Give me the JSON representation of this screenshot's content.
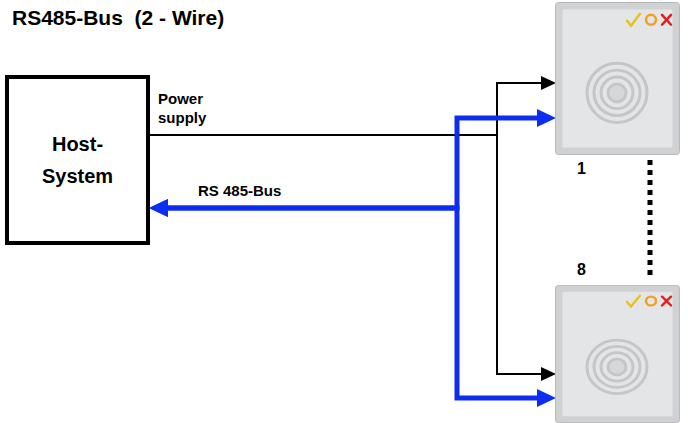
{
  "diagram": {
    "title": "RS485-Bus  (2 - Wire)",
    "nodes": [
      {
        "text": [
          "Host- System"
        ]
      },
      {
        "text": [
          "1"
        ]
      },
      {
        "text": [
          "8"
        ]
      }
    ],
    "edges": [
      {
        "from": 0,
        "to": 1,
        "arrow": "to",
        "label": "Power supply"
      },
      {
        "from": 0,
        "to": 2,
        "arrow": "to"
      },
      {
        "from": 1,
        "to": 0,
        "arrow": "both",
        "label": "RS 485-Bus"
      },
      {
        "from": 2,
        "to": 0,
        "arrow": "both"
      }
    ]
  }
}
